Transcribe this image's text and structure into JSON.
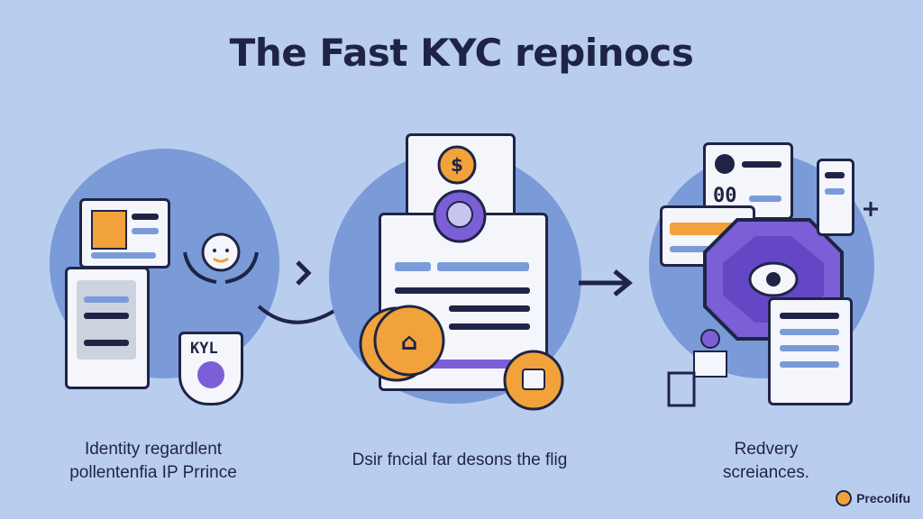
{
  "title": "The Fast KYC repinocs",
  "steps": [
    {
      "caption_line1": "Identity regardlent",
      "caption_line2": "pollentenfia IP Prrince",
      "badge": "KYL"
    },
    {
      "caption_line1": "Dsir fncial far desons the flig"
    },
    {
      "caption_line1": "Redvery",
      "caption_line2": "screiances.",
      "counter": "00"
    }
  ],
  "brand": {
    "name": "Precolifu"
  },
  "colors": {
    "background": "#b9cdef",
    "circle": "#7a9bd8",
    "ink": "#1f2447",
    "accent_orange": "#f2a23a",
    "accent_purple": "#7b5fd6"
  },
  "icons": [
    "id-card-icon",
    "hands-icon",
    "coin-icon",
    "document-icon",
    "shield-icon",
    "arrow-right-icon"
  ]
}
